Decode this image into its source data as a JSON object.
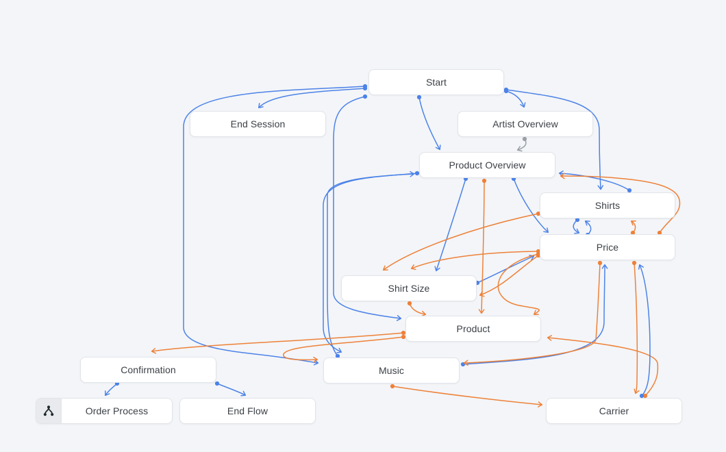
{
  "app": {
    "kind": "conversation-flow-diagram",
    "background": "#f3f5f8"
  },
  "colors": {
    "blue": "#4c82e8",
    "orange": "#ee8138",
    "gray": "#9aa0a6",
    "node_bg": "#ffffff",
    "node_border": "#e1e4e9",
    "node_text": "#3b4046",
    "icon_strip_bg": "#e8eaee",
    "icon_glyph": "#202a2b"
  },
  "nodes": [
    {
      "id": "start",
      "label": "Start"
    },
    {
      "id": "end-session",
      "label": "End Session"
    },
    {
      "id": "artist-overview",
      "label": "Artist Overview"
    },
    {
      "id": "product-overview",
      "label": "Product Overview"
    },
    {
      "id": "shirts",
      "label": "Shirts"
    },
    {
      "id": "price",
      "label": "Price"
    },
    {
      "id": "shirt-size",
      "label": "Shirt Size"
    },
    {
      "id": "product",
      "label": "Product"
    },
    {
      "id": "confirmation",
      "label": "Confirmation"
    },
    {
      "id": "music",
      "label": "Music"
    },
    {
      "id": "order-process",
      "label": "Order Process",
      "icon": "subflow-icon"
    },
    {
      "id": "end-flow",
      "label": "End Flow"
    },
    {
      "id": "carrier",
      "label": "Carrier"
    }
  ],
  "edges": [
    {
      "from": "start",
      "to": "end-session",
      "color": "blue"
    },
    {
      "from": "start",
      "to": "music",
      "color": "blue"
    },
    {
      "from": "start",
      "to": "product",
      "color": "blue"
    },
    {
      "from": "start",
      "to": "artist-overview",
      "color": "blue"
    },
    {
      "from": "start",
      "to": "shirts",
      "color": "blue"
    },
    {
      "from": "start",
      "to": "product-overview",
      "color": "blue"
    },
    {
      "from": "product-overview",
      "to": "music",
      "color": "blue"
    },
    {
      "from": "music",
      "to": "product-overview",
      "color": "blue"
    },
    {
      "from": "product-overview",
      "to": "price",
      "color": "blue"
    },
    {
      "from": "product-overview",
      "to": "shirt-size",
      "color": "blue"
    },
    {
      "from": "shirts",
      "to": "product-overview",
      "color": "blue"
    },
    {
      "from": "shirts",
      "to": "price",
      "color": "blue"
    },
    {
      "from": "price",
      "to": "shirts",
      "color": "blue"
    },
    {
      "from": "music",
      "to": "price",
      "color": "blue"
    },
    {
      "from": "shirt-size",
      "to": "price",
      "color": "blue"
    },
    {
      "from": "confirmation",
      "to": "order-process",
      "color": "blue"
    },
    {
      "from": "confirmation",
      "to": "end-flow",
      "color": "blue"
    },
    {
      "from": "artist-overview",
      "to": "product-overview",
      "color": "gray"
    },
    {
      "from": "product-overview",
      "to": "product",
      "color": "orange"
    },
    {
      "from": "price",
      "to": "shirts",
      "color": "orange"
    },
    {
      "from": "price",
      "to": "product-overview",
      "color": "orange"
    },
    {
      "from": "shirts",
      "to": "shirt-size",
      "color": "orange"
    },
    {
      "from": "price",
      "to": "shirt-size",
      "color": "orange"
    },
    {
      "from": "shirt-size",
      "to": "product",
      "color": "orange"
    },
    {
      "from": "product",
      "to": "confirmation",
      "color": "orange"
    },
    {
      "from": "product",
      "to": "music",
      "color": "orange"
    },
    {
      "from": "price",
      "to": "music",
      "color": "orange"
    },
    {
      "from": "price",
      "to": "carrier",
      "color": "orange"
    },
    {
      "from": "music",
      "to": "carrier",
      "color": "orange"
    },
    {
      "from": "carrier",
      "to": "product",
      "color": "orange"
    },
    {
      "from": "price",
      "to": "product",
      "color": "orange"
    },
    {
      "from": "price",
      "to": "shirt-size",
      "color": "orange"
    },
    {
      "from": "carrier",
      "to": "price",
      "color": "blue"
    }
  ]
}
